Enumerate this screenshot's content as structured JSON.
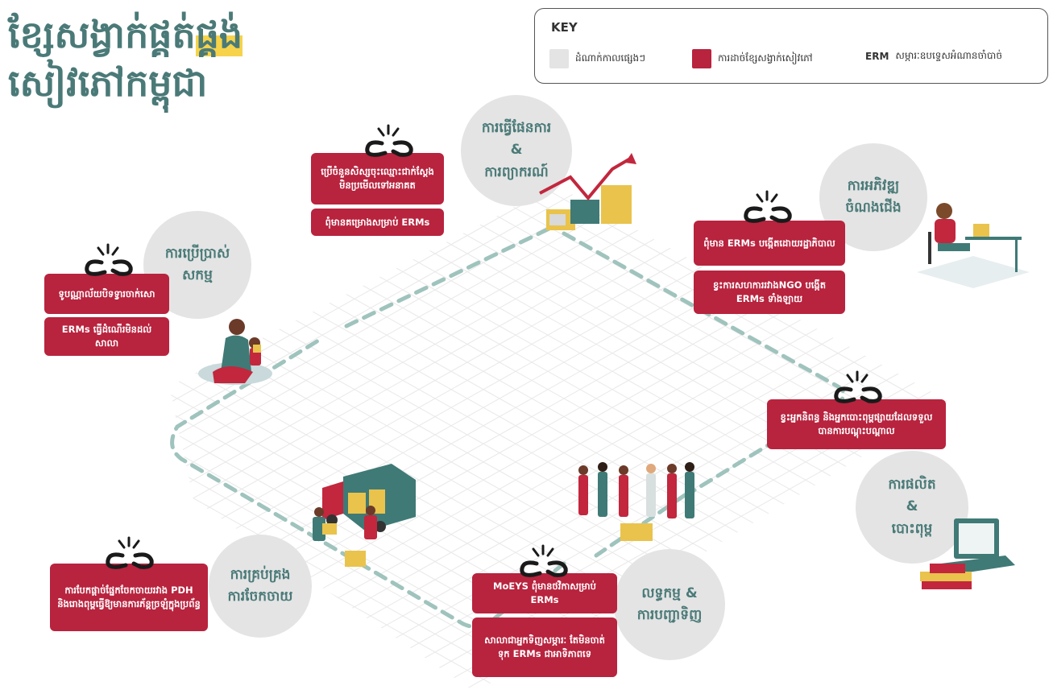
{
  "title": {
    "line1_a": "ខ្សែសង្វាក់ផ្គត់",
    "line1_b": "ផ្គង់",
    "line2": "សៀវភៅកម្ពុជា"
  },
  "key": {
    "title": "KEY",
    "stage_label": "ដំណាក់កាលផ្សេងៗ",
    "break_label": "ការដាច់ខ្សែសង្វាក់សៀវភៅ",
    "erm_abbr": "ERM",
    "erm_label": "សម្ភារៈឧបទេ្ទសអំណានចាំបាច់"
  },
  "stages": {
    "planning": {
      "line1": "ការធ្វើផែនការ",
      "amp": "&",
      "line2": "ការព្យាករណ៍"
    },
    "development": {
      "line1": "ការអភិវឌ្ឍ",
      "line2": "ចំណងជើង"
    },
    "usage": {
      "line1": "ការប្រើប្រាស់",
      "line2": "សកម្ម"
    },
    "production": {
      "line1": "ការផលិត",
      "amp": "&",
      "line2": "បោះពុម្ព"
    },
    "distribution": {
      "line1": "ការគ្រប់គ្រង",
      "line2": "ការចែកចាយ"
    },
    "procurement": {
      "line1": "លទ្ធកម្ម &",
      "line2": "ការបញ្ជាទិញ"
    }
  },
  "breaks": {
    "planning_1": "ប្រើចំនួនសិស្សចុះឈ្មោះជាក់ស្តែង មិនប្រមើលទៅអនាគត",
    "planning_2": "ពុំមានគម្រោងសម្រាប់ ERMs",
    "usage_1": "ទូបណ្ណាល័យបិទទ្វារចាក់សោ",
    "usage_2": "ERMs ធ្វើដំណើរមិនដល់សាលា",
    "development_1": "ពុំមាន ERMs បង្កើតដោយរដ្ឋាភិបាល",
    "development_2": "ខ្វះការសហការរវាងNGO បង្កើត ERMs ទាំងឡាយ",
    "production_1": "ខ្វះអ្នកនិពន្ធ និងអ្នកបោះពុម្ពផ្សាយដែលទទួលបានការបណ្តុះបណ្តាល",
    "distribution_1": "ការបែកផ្ដាច់ផ្នែកចែកចាយរវាង PDH និងរោងពុម្ពធ្វើឱ្យមានការភ័ន្តច្រឡំក្នុងប្រព័ន្ធ",
    "procurement_1": "MoEYS ពុំមានថវិកាសម្រាប់ ERMs",
    "procurement_2": "សាលាជាអ្នកទិញសម្ភារៈ តែមិនចាត់ទុក ERMs ជាអាទិភាពទេ"
  },
  "colors": {
    "teal": "#4a7a78",
    "crimson": "#b8233e",
    "stage_grey": "#e4e4e4",
    "path": "#9fc3bd",
    "highlight": "#f6d34a"
  }
}
